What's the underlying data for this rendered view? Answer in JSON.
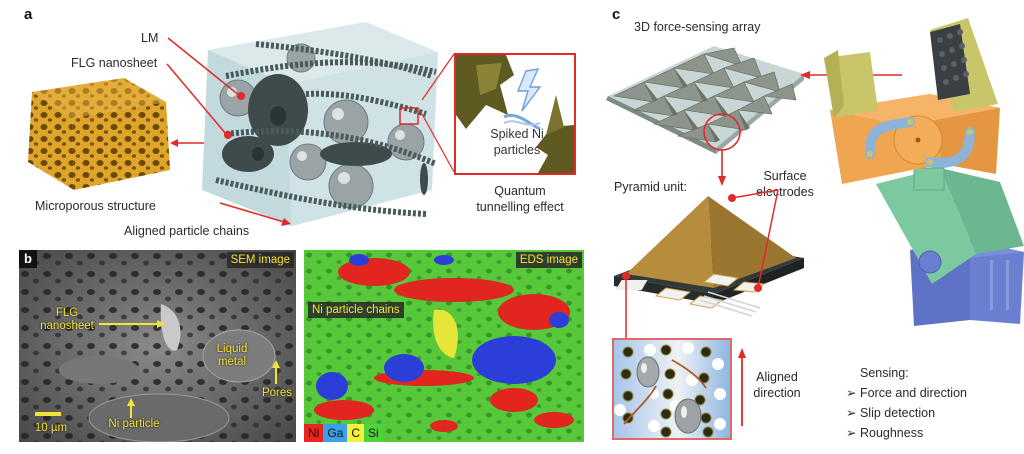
{
  "panel_a": {
    "letter": "a",
    "labels": {
      "lm": "LM",
      "flg": "FLG nanosheet",
      "microporous": "Microporous structure",
      "aligned_chains": "Aligned particle chains",
      "spiked_ni_1": "Spiked Ni",
      "spiked_ni_2": "particles",
      "quantum_1": "Quantum",
      "quantum_2": "tunnelling effect"
    }
  },
  "panel_b": {
    "letter": "b",
    "sem": {
      "tag": "SEM image",
      "flg_1": "FLG",
      "flg_2": "nanosheet",
      "liquid_1": "Liquid",
      "liquid_2": "metal",
      "pores": "Pores",
      "ni_particle": "Ni particle",
      "scale_bar": "10 µm"
    },
    "eds": {
      "tag": "EDS image",
      "chains": "Ni particle chains",
      "legend": [
        {
          "label": "Ni",
          "color": "#e8251f"
        },
        {
          "label": "Ga",
          "color": "#3aa0e8"
        },
        {
          "label": "C",
          "color": "#f4ef3a"
        },
        {
          "label": "Si",
          "color": "#4fd23a"
        }
      ]
    }
  },
  "panel_c": {
    "letter": "c",
    "array_title": "3D force-sensing array",
    "pyramid_unit": "Pyramid unit:",
    "surface_1": "Surface",
    "surface_2": "electrodes",
    "aligned_1": "Aligned",
    "aligned_2": "direction",
    "sensing_title": "Sensing:",
    "sensing_items": [
      "Force and direction",
      "Slip detection",
      "Roughness"
    ],
    "bullet": "➢"
  },
  "colors": {
    "annotation_red": "#e02b27",
    "label_yellow": "#f3e23a",
    "foam_gold": "#d99a1e",
    "matrix_blue": "#c7dfe2",
    "gripper_orange": "#f0a650",
    "gripper_yellow": "#c9c66a",
    "gripper_link": "#8db3d8",
    "arm_green": "#7cc9a0",
    "base_blue": "#6b7fd0"
  }
}
